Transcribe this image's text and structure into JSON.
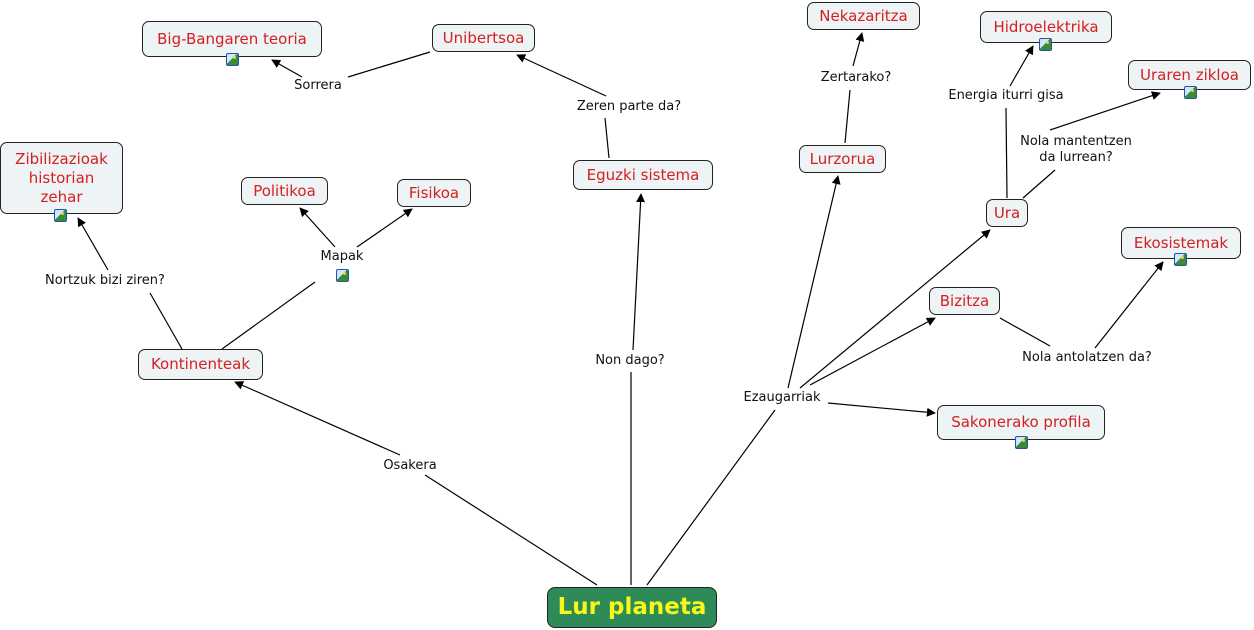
{
  "root": {
    "label": "Lur planeta"
  },
  "concepts": {
    "bigbang": "Big-Bangaren teoria",
    "unibertsoa": "Unibertsoa",
    "eguzki": "Eguzki sistema",
    "nekazaritza": "Nekazaritza",
    "lurzorua": "Lurzorua",
    "hidro": "Hidroelektrika",
    "uraren": "Uraren zikloa",
    "ura": "Ura",
    "ekosistemak": "Ekosistemak",
    "bizitza": "Bizitza",
    "sakonerako": "Sakonerako profila",
    "kontinenteak": "Kontinenteak",
    "politikoa": "Politikoa",
    "fisikoa": "Fisikoa",
    "zibilizazioak": "Zibilizazioak historian zehar"
  },
  "links": {
    "sorrera": "Sorrera",
    "zeren": "Zeren parte da?",
    "zertarako": "Zertarako?",
    "energia": "Energia iturri gisa",
    "mantentzen": "Nola mantentzen da lurrean?",
    "antolatzen": "Nola antolatzen da?",
    "ezaugarriak": "Ezaugarriak",
    "nondago": "Non dago?",
    "osakera": "Osakera",
    "nortzuk": "Nortzuk bizi ziren?",
    "mapak": "Mapak"
  }
}
